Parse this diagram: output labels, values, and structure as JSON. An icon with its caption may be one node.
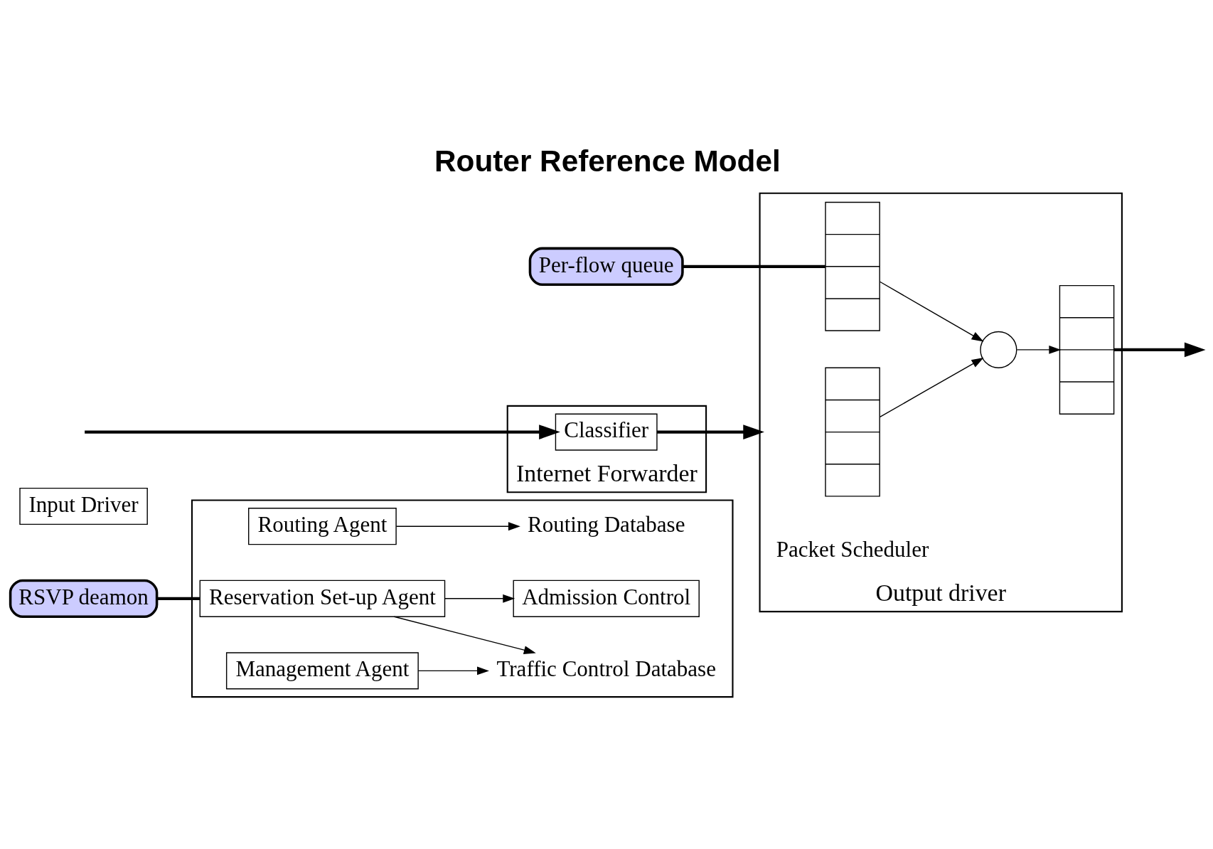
{
  "diagram": {
    "title": "Router Reference Model",
    "nodes": [
      {
        "text": [],
        "shape": "box"
      },
      {
        "text": [
          "Routing Agent"
        ],
        "in": 0
      },
      {
        "text": [
          "Reservation Set-up Agent"
        ],
        "in": 0
      },
      {
        "text": [
          "Management Agent"
        ],
        "in": 0
      },
      {
        "text": [
          "Admission Control"
        ],
        "in": 0
      },
      {
        "text": [
          "Routing Database"
        ],
        "in": 0
      },
      {
        "text": [
          "Traffic Control Database"
        ],
        "in": 0
      },
      {
        "text": [
          "Input Driver"
        ]
      },
      {
        "text": [
          "Internet Forwarder"
        ]
      },
      {
        "text": [
          "Classifier"
        ],
        "in": 8
      },
      {
        "text": [
          "Output driver"
        ]
      },
      {
        "text": [],
        "shape": "box",
        "in": 10
      },
      {
        "text": [],
        "shape": "box",
        "in": 10
      },
      {
        "text": [],
        "shape": "circle",
        "in": 10
      },
      {
        "text": [],
        "shape": "box",
        "in": 10
      },
      {
        "text": [
          "RSVP deamon"
        ]
      },
      {
        "text": [
          "Per-flow queue"
        ]
      }
    ],
    "edges": [
      {
        "from": null,
        "to": 9,
        "arrow": "to",
        "style": "thick"
      },
      {
        "from": 9,
        "to": 10,
        "arrow": "to",
        "style": "thick"
      },
      {
        "from": 11,
        "to": 13,
        "arrow": "to"
      },
      {
        "from": 12,
        "to": 13,
        "arrow": "to"
      },
      {
        "from": 13,
        "to": 14,
        "arrow": "to"
      },
      {
        "from": 14,
        "to": null,
        "arrow": "to",
        "style": "thick"
      },
      {
        "from": 1,
        "to": 5,
        "arrow": "to"
      },
      {
        "from": 2,
        "to": 6,
        "arrow": "to"
      },
      {
        "from": 2,
        "to": 4,
        "arrow": "to"
      },
      {
        "from": 3,
        "to": 6,
        "arrow": "to"
      },
      {
        "from": 15,
        "to": 2,
        "arrow": "none",
        "style": "thick"
      },
      {
        "from": 16,
        "to": 12,
        "arrow": "none",
        "style": "thick"
      }
    ],
    "labels": [
      "Packet Scheduler"
    ]
  }
}
